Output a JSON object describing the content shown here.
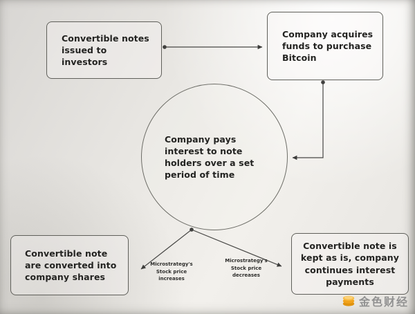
{
  "diagram": {
    "nodes": {
      "top_left": {
        "text": "Convertible notes issued to investors"
      },
      "top_right": {
        "text": "Company acquires funds to purchase Bitcoin"
      },
      "center": {
        "text": "Company pays interest to note holders over a set period of time"
      },
      "bottom_left": {
        "text": "Convertible note are converted into company shares"
      },
      "bottom_right": {
        "text": "Convertible note is kept as is, company continues interest payments"
      }
    },
    "edge_labels": {
      "increase": "Microstrategy's Stock price increases",
      "decrease": "Microstrategy's Stock price decreases"
    }
  },
  "watermark": {
    "text": "金色财经"
  },
  "colors": {
    "line": "#474745",
    "logo_gold": "#f2a31b",
    "logo_gold_light": "#f8bc45"
  }
}
